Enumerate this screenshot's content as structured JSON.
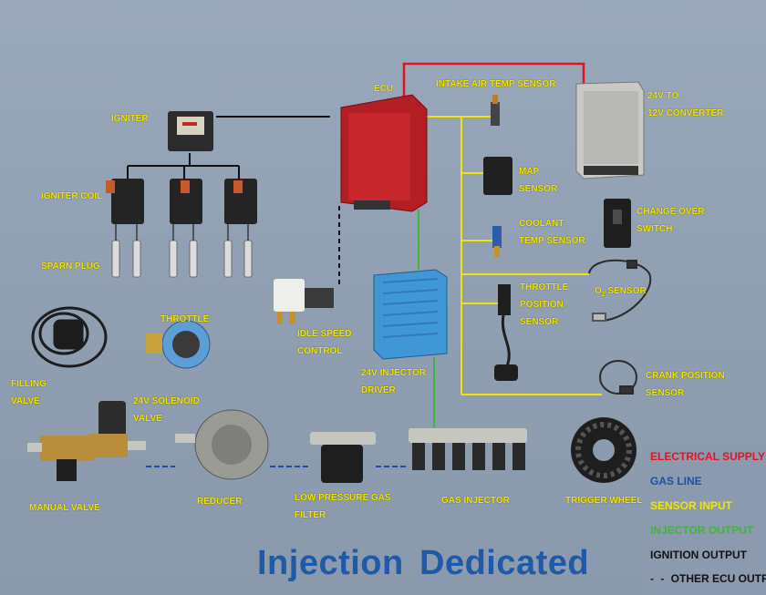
{
  "labels": {
    "ecu": "ECU",
    "intake": "INTAKE AIR TEMP SENSOR",
    "converter": [
      "24V TO",
      "12V CONVERTER"
    ],
    "igniter": "IGNITER",
    "igniter_coil": "IGNITER COIL",
    "spark_plug": "SPARN PLUG",
    "map": [
      "MAP",
      "SENSOR"
    ],
    "coolant": [
      "COOLANT",
      "TEMP SENSOR"
    ],
    "changeover": [
      "CHANGE OVER",
      "SWITCH"
    ],
    "throttle_pos": [
      "THROTTLE",
      "POSITION",
      "SENSOR"
    ],
    "o2_prefix": "O",
    "o2_sub": "2",
    "o2_suffix": " SENSOR",
    "throttle": "THROTTLE",
    "idle": [
      "IDLE SPEED",
      "CONTROL"
    ],
    "injector_driver": [
      "24V INJECTOR",
      "DRIVER"
    ],
    "crank": [
      "CRANK POSITION",
      "SENSOR"
    ],
    "filling": [
      "FILLING",
      "VALVE"
    ],
    "solenoid": [
      "24V SOLENOID",
      "VALVE"
    ],
    "manual_valve": "MANUAL VALVE",
    "reducer": "REDUCER",
    "lp_filter": [
      "LOW PRESSURE GAS",
      "FILTER"
    ],
    "gas_injector": "GAS INJECTOR",
    "trigger_wheel": "TRIGGER WHEEL"
  },
  "legend": [
    {
      "text": "ELECTRICAL SUPPLY",
      "color": "#e0141e"
    },
    {
      "text": "GAS LINE",
      "color": "#1f4fa5"
    },
    {
      "text": "SENSOR INPUT",
      "color": "#f2e600"
    },
    {
      "text": "INJECTOR OUTPUT",
      "color": "#3fb53a"
    },
    {
      "text": "IGNITION OUTPUT",
      "color": "#111111"
    },
    {
      "text": "OTHER ECU OUTPUT",
      "color": "#111111"
    }
  ],
  "title": {
    "word1": "Injection",
    "word2": "Dedicated"
  },
  "colors": {
    "electrical": "#e0141e",
    "gas": "#1f4fa5",
    "sensor": "#f2e600",
    "injector": "#3fb53a",
    "ignition": "#111111"
  }
}
